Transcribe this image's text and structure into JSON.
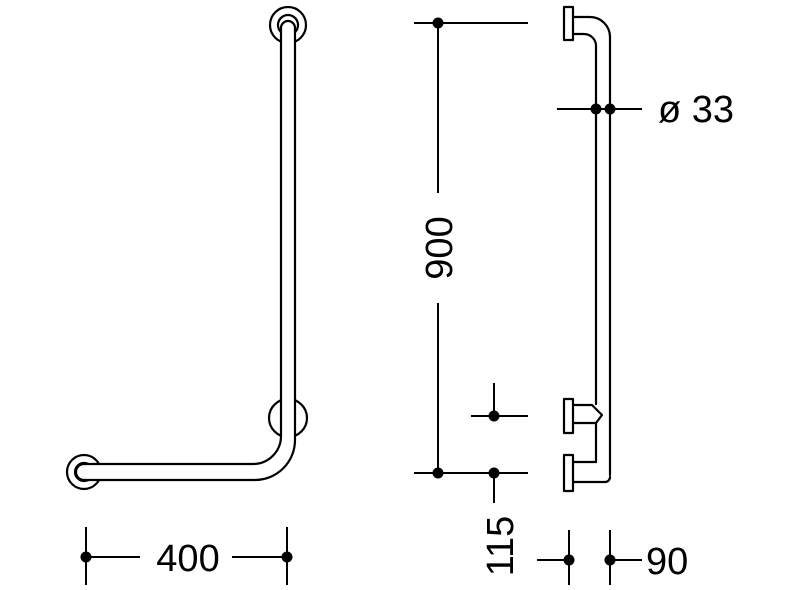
{
  "dimensions": {
    "width": "400",
    "height": "900",
    "offset": "115",
    "projection": "90",
    "diameter": "ø 33"
  }
}
